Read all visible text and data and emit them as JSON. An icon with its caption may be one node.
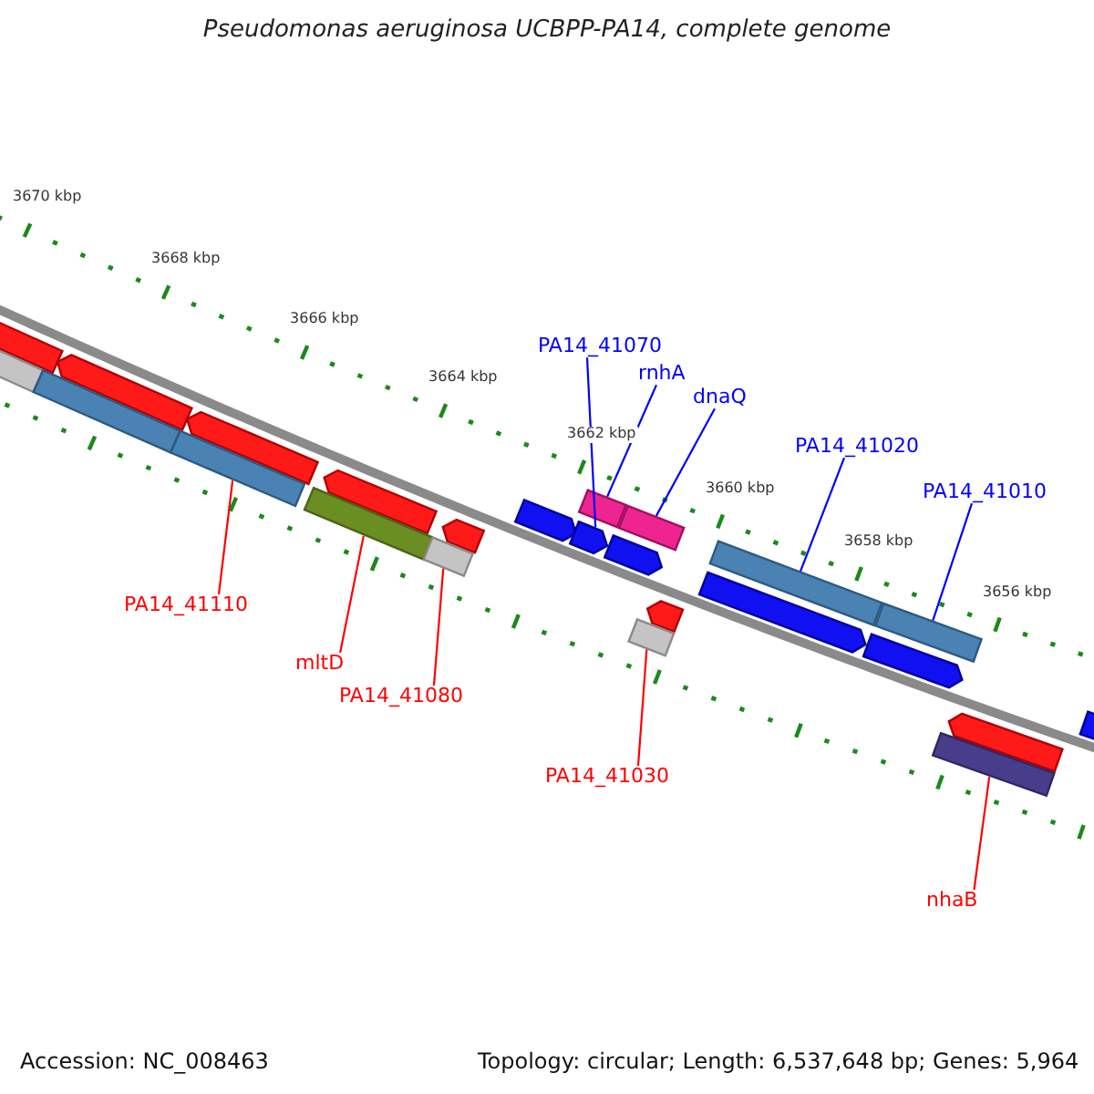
{
  "diagram": {
    "title": "Pseudomonas aeruginosa UCBPP-PA14, complete genome",
    "nodes": [
      {
        "text": [
          "PA14_41070"
        ]
      },
      {
        "text": [
          "rnhA"
        ]
      },
      {
        "text": [
          "dnaQ"
        ]
      },
      {
        "text": [
          "PA14_41020"
        ]
      },
      {
        "text": [
          "PA14_41010"
        ]
      },
      {
        "text": [
          "PA14_41110"
        ]
      },
      {
        "text": [
          "mltD"
        ]
      },
      {
        "text": [
          "PA14_41080"
        ]
      },
      {
        "text": [
          "PA14_41030"
        ]
      },
      {
        "text": [
          "nhaB"
        ]
      },
      {
        "text": [],
        "shape": "pentagon"
      },
      {
        "text": [],
        "shape": "bar"
      },
      {
        "text": [],
        "shape": "bar"
      },
      {
        "text": [],
        "shape": "pentagon"
      },
      {
        "text": [],
        "shape": "bar"
      },
      {
        "text": [],
        "shape": "pentagon"
      },
      {
        "text": [],
        "shape": "bar"
      },
      {
        "text": [],
        "shape": "pentagon"
      },
      {
        "text": [],
        "shape": "bar"
      },
      {
        "text": [],
        "shape": "pentagon"
      },
      {
        "text": [],
        "shape": "pentagon"
      },
      {
        "text": [],
        "shape": "pentagon"
      },
      {
        "text": [],
        "shape": "bar"
      },
      {
        "text": [],
        "shape": "pentagon"
      },
      {
        "text": [],
        "shape": "bar"
      },
      {
        "text": [],
        "shape": "bar"
      },
      {
        "text": [],
        "shape": "pentagon"
      },
      {
        "text": [],
        "shape": "pentagon"
      },
      {
        "text": [],
        "shape": "bar"
      },
      {
        "text": [],
        "shape": "pentagon"
      },
      {
        "text": [],
        "shape": "bar"
      },
      {
        "text": [],
        "shape": "bar"
      },
      {
        "text": [],
        "shape": "pentagon"
      },
      {
        "text": [],
        "shape": "pentagon"
      }
    ],
    "edges": [
      {
        "from": 0,
        "to": 21,
        "arrow": "none"
      },
      {
        "from": 1,
        "to": 22,
        "arrow": "none"
      },
      {
        "from": 2,
        "to": 24,
        "arrow": "none"
      },
      {
        "from": 3,
        "to": 28,
        "arrow": "none"
      },
      {
        "from": 4,
        "to": 30,
        "arrow": "none"
      },
      {
        "from": 5,
        "to": 14,
        "arrow": "none",
        "color": "#ff0000"
      },
      {
        "from": 6,
        "to": 16,
        "arrow": "none",
        "color": "#ff0000"
      },
      {
        "from": 7,
        "to": 18,
        "arrow": "none",
        "color": "#ff0000"
      },
      {
        "from": 8,
        "to": 25,
        "arrow": "none",
        "color": "#ff0000"
      },
      {
        "from": 9,
        "to": 31,
        "arrow": "none",
        "color": "#ff0000"
      }
    ],
    "labels": [
      "3670 kbp",
      "3668 kbp",
      "3666 kbp",
      "3664 kbp",
      "3662 kbp",
      "3660 kbp",
      "3658 kbp",
      "3656 kbp",
      "Accession: NC_008463",
      "Topology: circular; Length: 6,537,648 bp; Genes: 5,964"
    ]
  }
}
